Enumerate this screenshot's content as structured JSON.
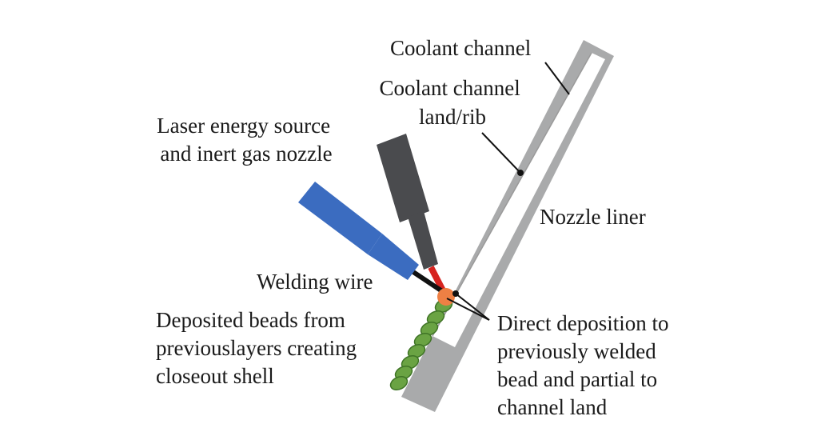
{
  "labels": {
    "coolant_channel": "Coolant channel",
    "coolant_channel_land": [
      "Coolant channel",
      "land/rib"
    ],
    "laser_source": [
      "Laser energy source",
      "and inert gas nozzle"
    ],
    "nozzle_liner": "Nozzle liner",
    "welding_wire": "Welding wire",
    "deposited_beads": [
      "Deposited beads from",
      "previouslayers creating",
      "closeout shell"
    ],
    "direct_deposition": [
      "Direct deposition to",
      "previously welded",
      "bead and partial to",
      "channel land"
    ]
  },
  "colors": {
    "liner_gray": "#a9aaab",
    "laser_nozzle": "#4a4b4e",
    "wire_feeder": "#3b6cc0",
    "wire": "#111111",
    "laser_beam": "#d6231f",
    "melt_pool": "#ee8044",
    "bead_green": "#6aa343",
    "bead_dark": "#3f7426"
  },
  "icons": [
    "laser-nozzle-icon",
    "wire-feeder-icon",
    "bead-icon"
  ]
}
